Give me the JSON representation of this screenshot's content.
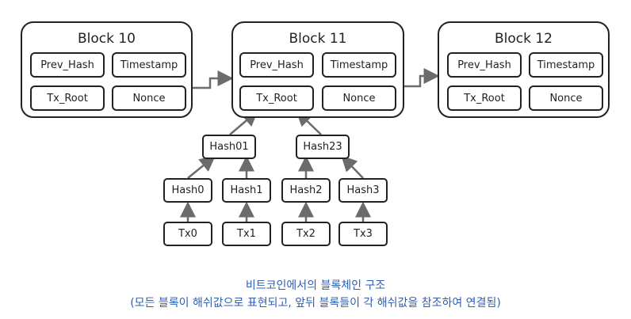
{
  "blocks": [
    {
      "title": "Block 10",
      "prev_hash": "Prev_Hash",
      "timestamp": "Timestamp",
      "tx_root": "Tx_Root",
      "nonce": "Nonce"
    },
    {
      "title": "Block 11",
      "prev_hash": "Prev_Hash",
      "timestamp": "Timestamp",
      "tx_root": "Tx_Root",
      "nonce": "Nonce"
    },
    {
      "title": "Block 12",
      "prev_hash": "Prev_Hash",
      "timestamp": "Timestamp",
      "tx_root": "Tx_Root",
      "nonce": "Nonce"
    }
  ],
  "merkle_tree": {
    "level1": [
      "Hash01",
      "Hash23"
    ],
    "level2": [
      "Hash0",
      "Hash1",
      "Hash2",
      "Hash3"
    ],
    "transactions": [
      "Tx0",
      "Tx1",
      "Tx2",
      "Tx3"
    ]
  },
  "caption": {
    "line1": "비트코인에서의 블록체인 구조",
    "line2": "(모든 블록이 해쉬값으로 표현되고, 앞뒤 블록들이 각 해쉬값을 참조하여 연결됨)"
  },
  "colors": {
    "line": "#222222",
    "arrow": "#6b6b6b",
    "caption": "#2f5fb3"
  }
}
